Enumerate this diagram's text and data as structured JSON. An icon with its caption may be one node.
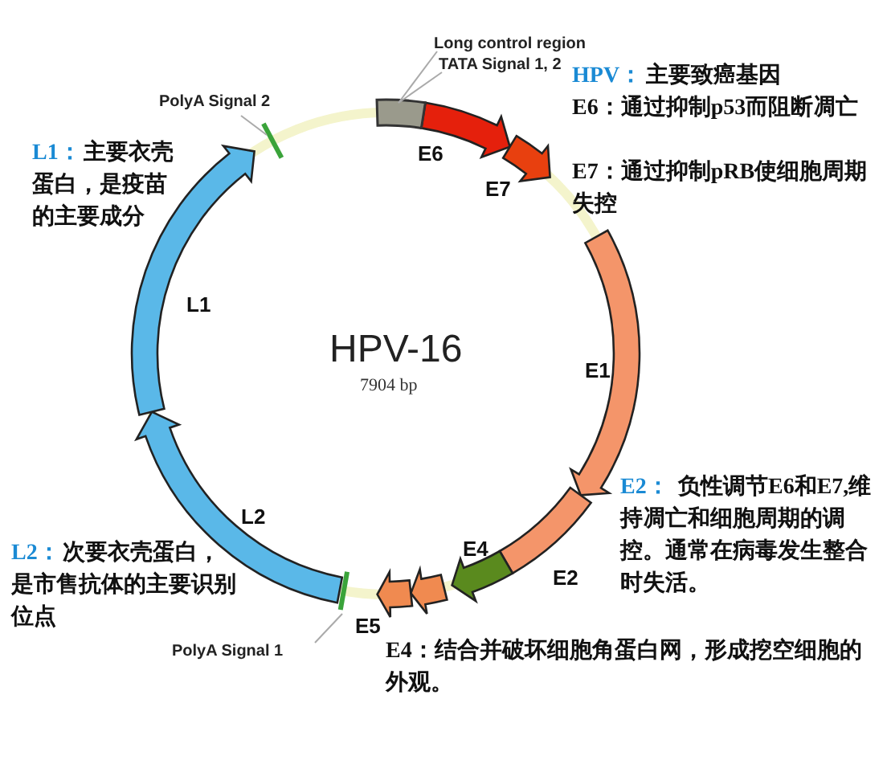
{
  "diagram": {
    "nodes": [
      {
        "text": [
          "Long control region"
        ]
      },
      {
        "text": [
          "TATA Signal 1, 2"
        ]
      },
      {
        "text": [],
        "shape": "box"
      },
      {
        "text": [
          "PolyA Signal 2"
        ]
      },
      {
        "text": [],
        "shape": "bar"
      },
      {
        "text": [
          "PolyA Signal 1"
        ]
      },
      {
        "text": [],
        "shape": "bar"
      }
    ],
    "edges": [
      {
        "from": 0,
        "to": 2,
        "arrow": "none"
      },
      {
        "from": 1,
        "to": 2,
        "arrow": "none"
      },
      {
        "from": 3,
        "to": 4,
        "arrow": "none"
      },
      {
        "from": 5,
        "to": 6,
        "arrow": "none"
      }
    ],
    "labels": [
      "HPV：",
      "主要致癌基因",
      "E6：通过抑制p53而阻断凋亡",
      "E7：通过抑制pRB使细胞周期失控",
      "L1：",
      "主要衣壳蛋白，是疫苗的主要成分",
      "E6",
      "E7",
      "L1",
      "HPV-16",
      "7904 bp",
      "E1",
      "E2：",
      "负性调节E6和E7,维持凋亡和细胞周期的调控。通常在病毒发生整合时失活。",
      "E4",
      "L2",
      "E2",
      "E5",
      "L2：",
      "次要衣壳蛋白，是市售抗体的主要识别位点",
      "E4：结合并破坏细胞角蛋白网，形成挖空细胞的外观。"
    ]
  }
}
